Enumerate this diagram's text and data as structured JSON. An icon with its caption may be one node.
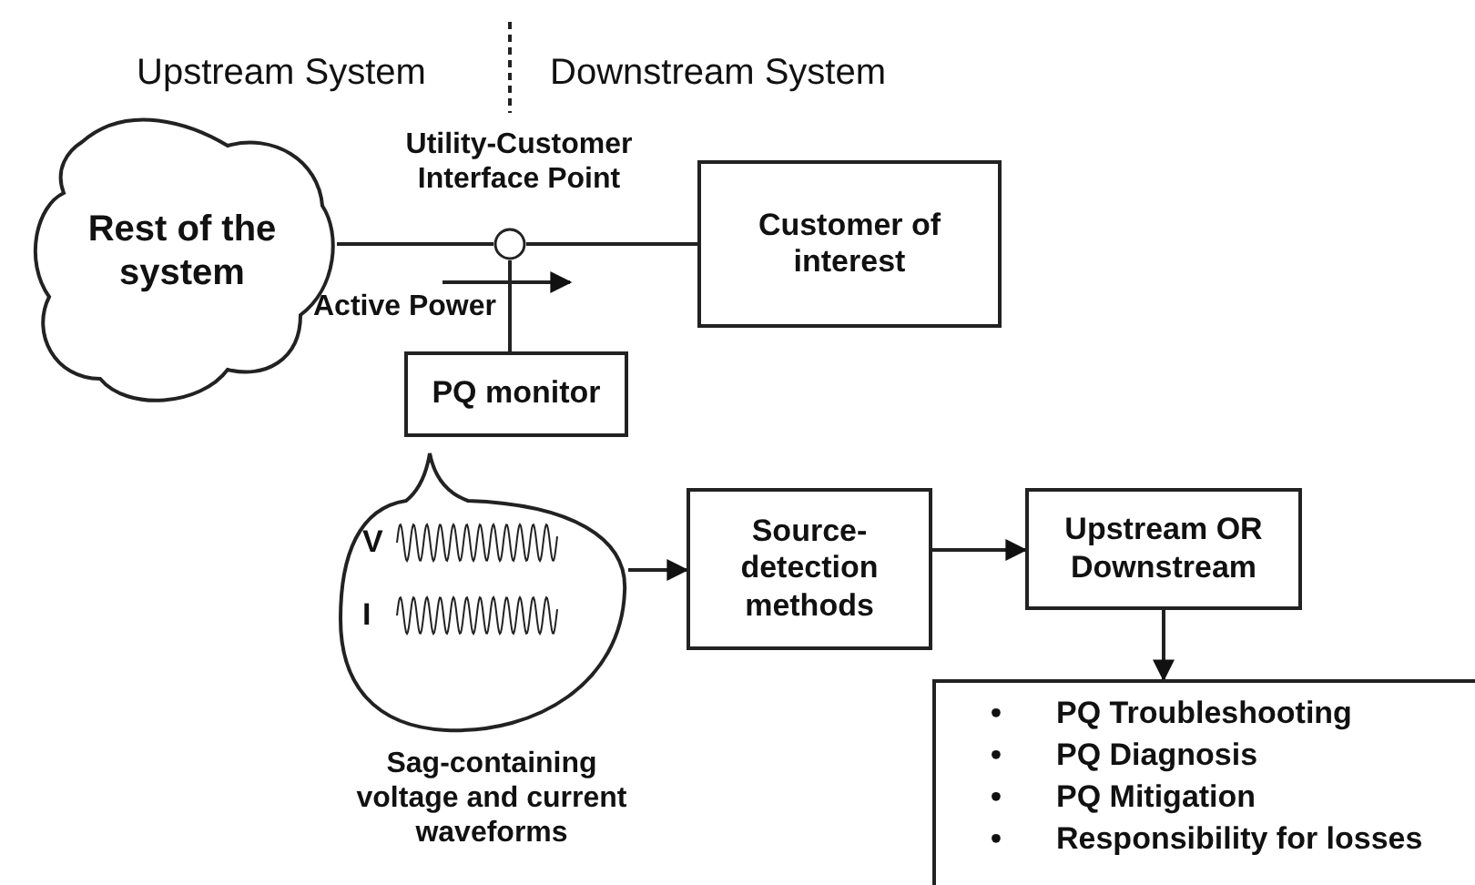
{
  "diagram": {
    "nodes": [
      {
        "text": [
          "Rest of the system"
        ]
      },
      {
        "text": [],
        "shape": "circle",
        "beside": [
          "Utility-Customer Interface Point"
        ]
      },
      {
        "text": [
          "Customer of interest"
        ]
      },
      {
        "text": [
          "PQ monitor"
        ]
      },
      {
        "text": [
          "V",
          "I"
        ],
        "beside": [
          "Sag-containing voltage and current waveforms"
        ]
      },
      {
        "text": [
          "Source-detection methods"
        ]
      },
      {
        "text": [
          "Upstream OR Downstream"
        ]
      },
      {
        "text": [
          "• PQ Troubleshooting",
          "• PQ Diagnosis",
          "• PQ Mitigation",
          "• Responsibility for losses"
        ]
      }
    ],
    "edges": [
      {
        "from": 0,
        "to": 1,
        "arrow": "none"
      },
      {
        "from": 1,
        "to": 2,
        "arrow": "none"
      },
      {
        "from": 1,
        "to": 3,
        "arrow": "none"
      },
      {
        "from": 4,
        "to": 5,
        "arrow": "to"
      },
      {
        "from": 5,
        "to": 6,
        "arrow": "to"
      },
      {
        "from": 6,
        "to": 7,
        "arrow": "to"
      }
    ],
    "labels": [
      "Upstream System",
      "Downstream System",
      "Active Power"
    ]
  }
}
